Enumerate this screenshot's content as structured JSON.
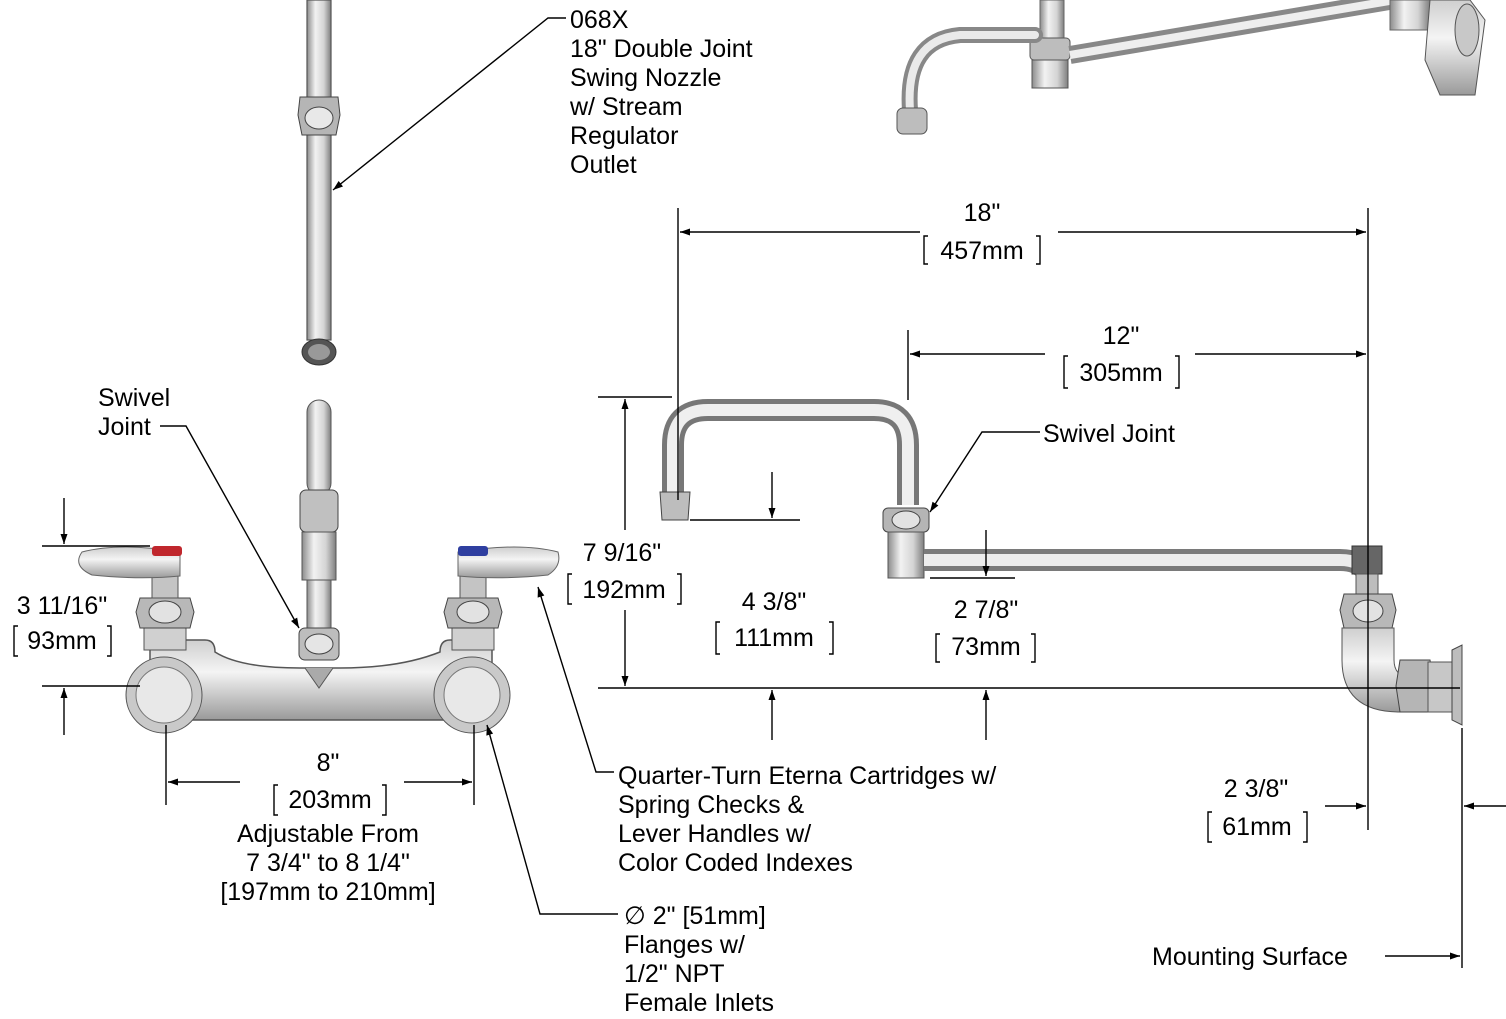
{
  "callouts": {
    "nozzle": [
      "068X",
      "18\" Double Joint",
      "Swing Nozzle",
      "w/ Stream",
      "Regulator",
      "Outlet"
    ],
    "swivel_left": [
      "Swivel",
      "Joint"
    ],
    "swivel_right": "Swivel Joint",
    "cartridges": [
      "Quarter-Turn Eterna Cartridges w/",
      "Spring Checks &",
      "Lever Handles w/",
      "Color Coded Indexes"
    ],
    "flanges": [
      "∅ 2\" [51mm]",
      "Flanges w/",
      "1/2\" NPT",
      "Female Inlets"
    ],
    "mounting_surface": "Mounting Surface"
  },
  "dimensions": {
    "d18": {
      "in": "18\"",
      "mm": "457mm"
    },
    "d12": {
      "in": "12\"",
      "mm": "305mm"
    },
    "d7916": {
      "in": "7 9/16\"",
      "mm": "192mm"
    },
    "d438": {
      "in": "4 3/8\"",
      "mm": "111mm"
    },
    "d278": {
      "in": "2 7/8\"",
      "mm": "73mm"
    },
    "d238": {
      "in": "2 3/8\"",
      "mm": "61mm"
    },
    "d31116": {
      "in": "3 11/16\"",
      "mm": "93mm"
    },
    "d8": {
      "in": "8\"",
      "mm": "203mm",
      "note": [
        "Adjustable From",
        "7 3/4\" to 8 1/4\"",
        "[197mm to 210mm]"
      ]
    }
  },
  "colors": {
    "hot_index": "#c0272d",
    "cold_index": "#2f3fa0",
    "metal_light": "#e6e6e6",
    "metal_dark": "#8c8c8c"
  }
}
